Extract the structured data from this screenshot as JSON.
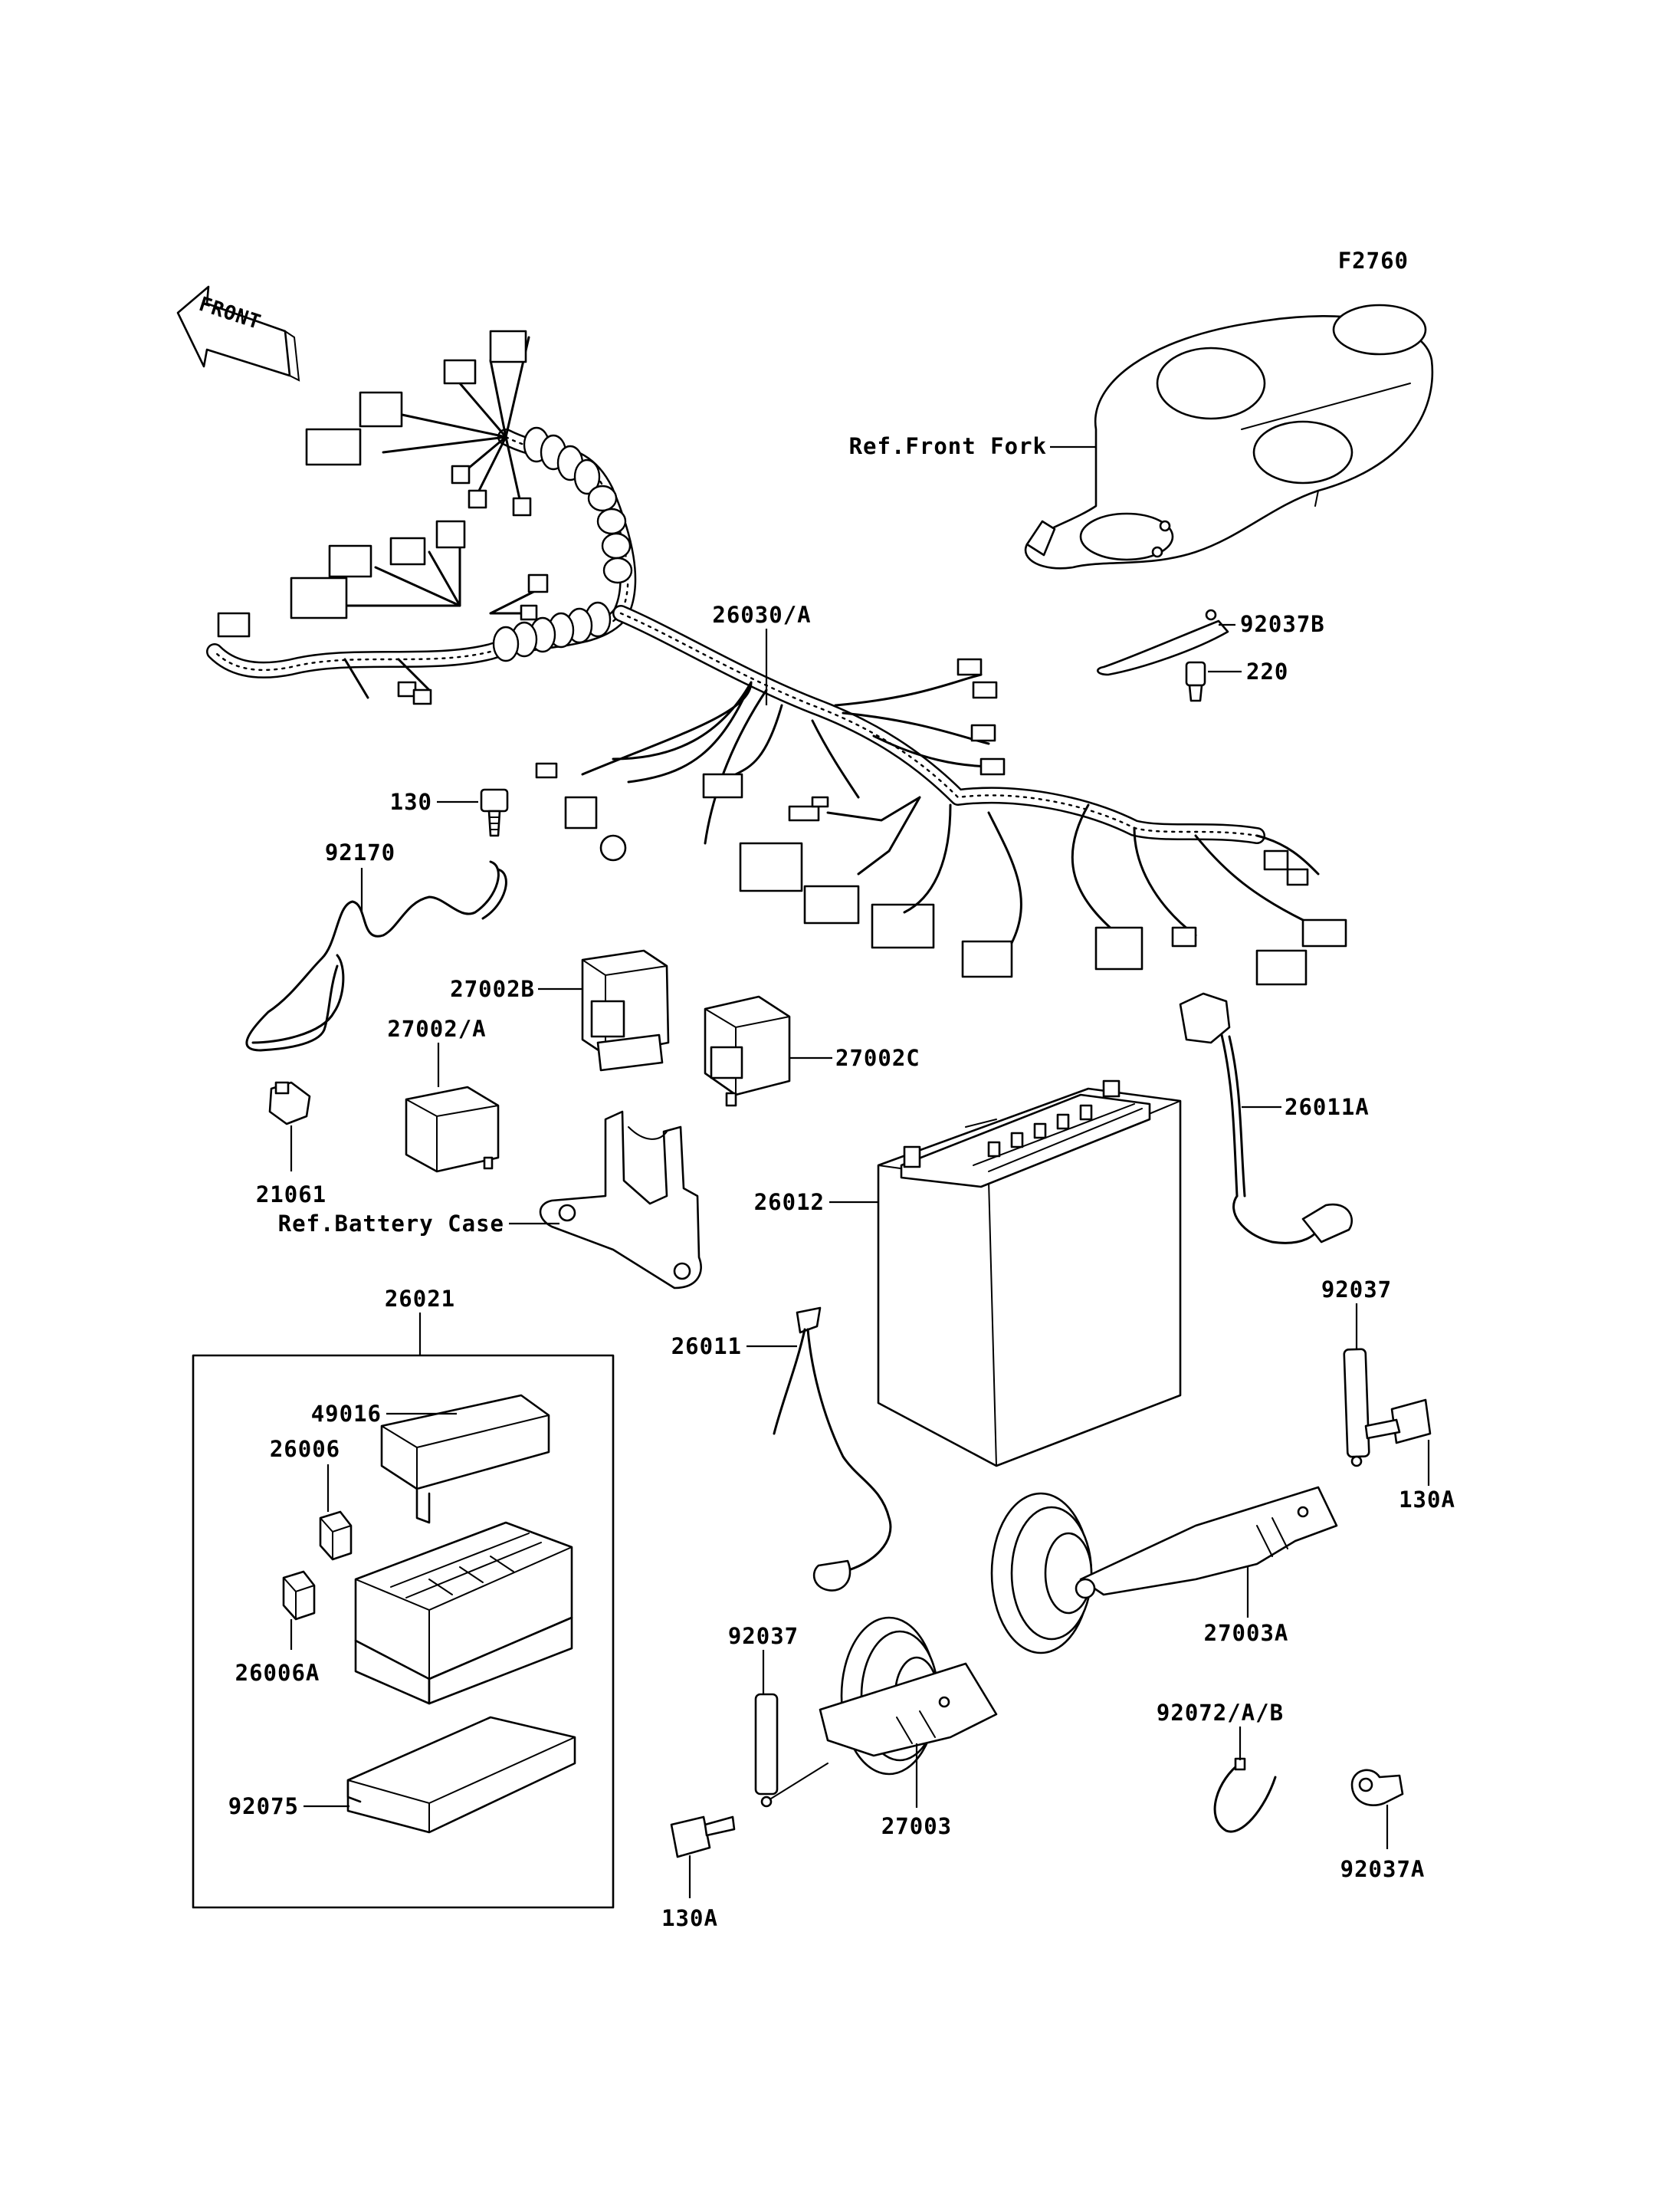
{
  "figure": {
    "code": "F2760",
    "front_label": "FRONT"
  },
  "labels": {
    "ref_front_fork": "Ref.Front Fork",
    "p92037B": "92037B",
    "p220": "220",
    "p26030A": "26030/A",
    "p130": "130",
    "p92170": "92170",
    "p27002B": "27002B",
    "p27002A": "27002/A",
    "p27002C": "27002C",
    "p26011A": "26011A",
    "p21061": "21061",
    "ref_battery_case": "Ref.Battery Case",
    "p26012": "26012",
    "p26021": "26021",
    "p49016": "49016",
    "p26006": "26006",
    "p26006A": "26006A",
    "p92075": "92075",
    "p26011": "26011",
    "p92037_right": "92037",
    "p130A_right": "130A",
    "p27003A": "27003A",
    "p92037_left": "92037",
    "p27003": "27003",
    "p130A_left": "130A",
    "p92072AB": "92072/A/B",
    "p92037A": "92037A"
  }
}
